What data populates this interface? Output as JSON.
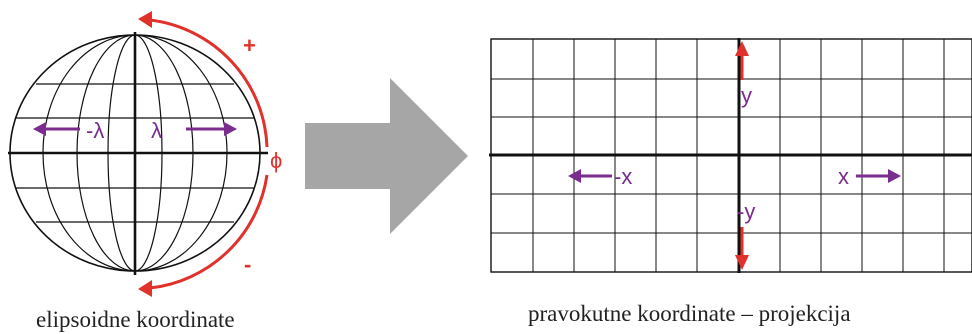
{
  "left_panel": {
    "caption": "elipsoidne koordinate",
    "lambda_neg_label": "-λ",
    "lambda_pos_label": "λ",
    "phi_label": "ϕ",
    "plus_label": "+",
    "minus_label": "-"
  },
  "right_panel": {
    "caption": "pravokutne koordinate – projekcija",
    "y_pos_label": "y",
    "y_neg_label": "-y",
    "x_pos_label": "x",
    "x_neg_label": "-x"
  },
  "colors": {
    "purple": "#7b2c8f",
    "red": "#e0322a",
    "arrow_gray": "#a6a6a6",
    "line": "#111111"
  },
  "icons": {
    "globe": "globe-icon",
    "transform_arrow": "arrow-right-icon"
  }
}
